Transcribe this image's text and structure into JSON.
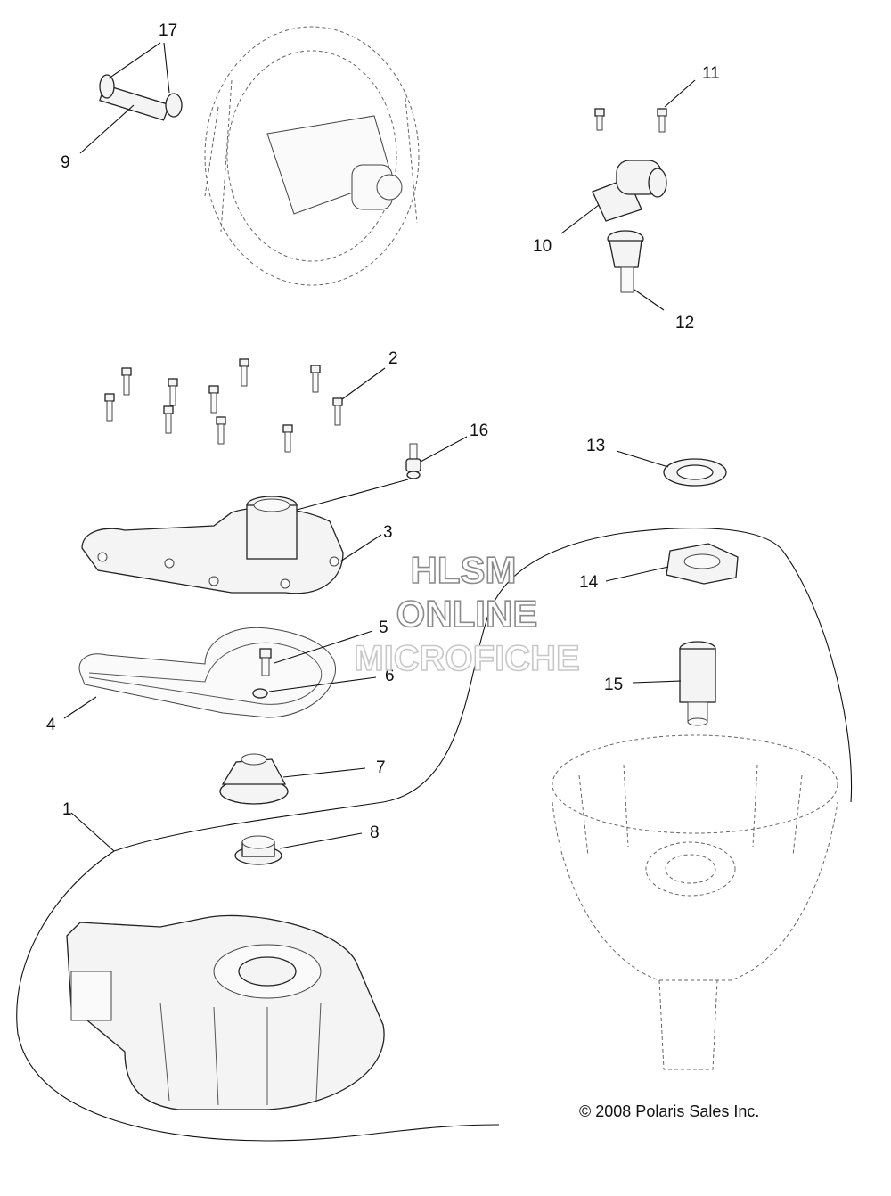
{
  "callouts": {
    "c1": "1",
    "c2": "2",
    "c3": "3",
    "c4": "4",
    "c5": "5",
    "c6": "6",
    "c7": "7",
    "c8": "8",
    "c9": "9",
    "c10": "10",
    "c11": "11",
    "c12": "12",
    "c13": "13",
    "c14": "14",
    "c15": "15",
    "c16": "16",
    "c17": "17"
  },
  "watermark": {
    "line1": "HLSM",
    "line2": "ONLINE",
    "line3": "MICROFICHE"
  },
  "copyright": "© 2008 Polaris Sales Inc."
}
